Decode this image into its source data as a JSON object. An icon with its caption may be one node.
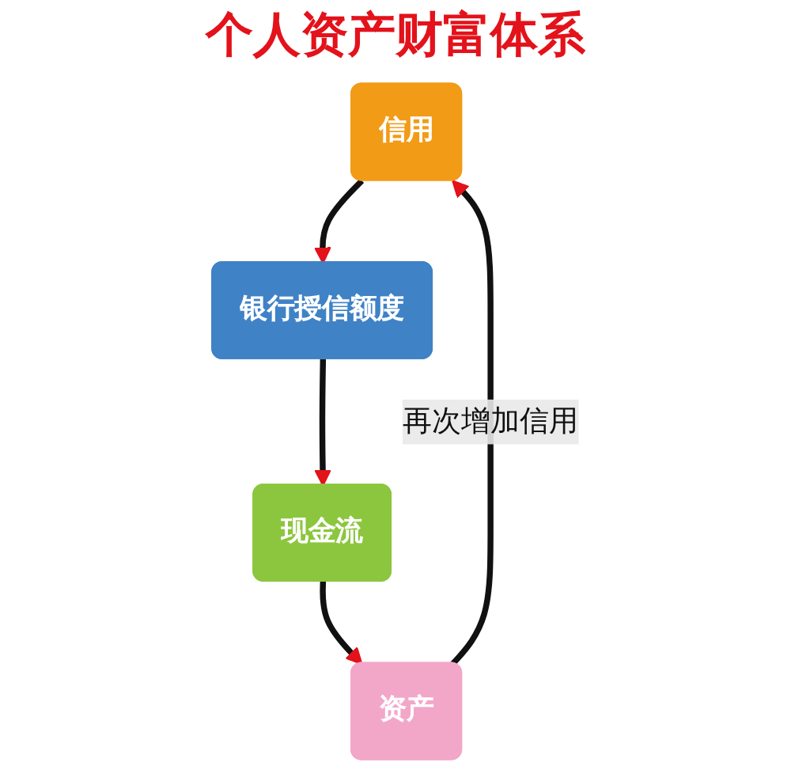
{
  "diagram": {
    "title": "个人资产财富体系",
    "nodes": [
      {
        "text": [
          "信用"
        ]
      },
      {
        "text": [
          "银行授信额度"
        ]
      },
      {
        "text": [
          "现金流"
        ]
      },
      {
        "text": [
          "资产"
        ]
      }
    ],
    "edges": [
      {
        "from": 0,
        "to": 1,
        "arrow": "to"
      },
      {
        "from": 1,
        "to": 2,
        "arrow": "to"
      },
      {
        "from": 2,
        "to": 3,
        "arrow": "to"
      },
      {
        "from": 3,
        "to": 0,
        "arrow": "to",
        "label": "再次增加信用"
      }
    ]
  }
}
